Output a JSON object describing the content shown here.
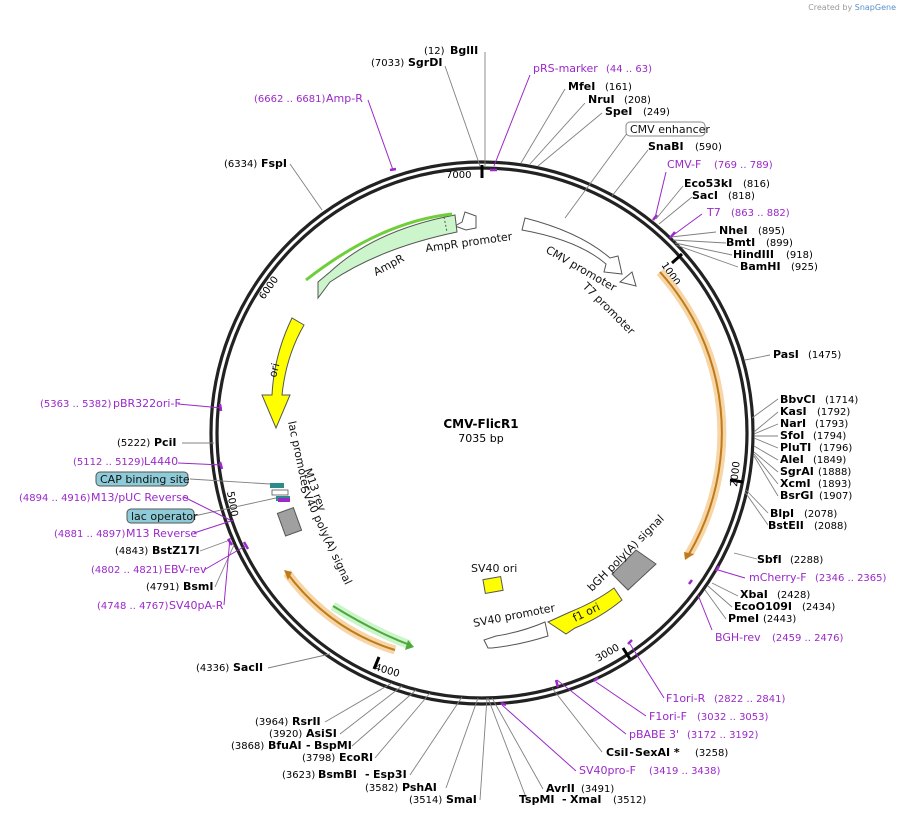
{
  "credit": {
    "created_by": "Created by",
    "brand": "SnapGene"
  },
  "plasmid": {
    "name": "CMV-FlicR1",
    "length": "7035 bp"
  },
  "ticks": [
    "1000",
    "2000",
    "3000",
    "4000",
    "5000",
    "6000",
    "7000"
  ],
  "enzymes": [
    {
      "name": "BglII",
      "pos": "(12)"
    },
    {
      "name": "SgrDI",
      "pos": "(7033)"
    },
    {
      "name": "MfeI",
      "pos": "(161)"
    },
    {
      "name": "NruI",
      "pos": "(208)"
    },
    {
      "name": "SpeI",
      "pos": "(249)"
    },
    {
      "name": "SnaBI",
      "pos": "(590)"
    },
    {
      "name": "Eco53kI",
      "pos": "(816)"
    },
    {
      "name": "SacI",
      "pos": "(818)"
    },
    {
      "name": "NheI",
      "pos": "(895)"
    },
    {
      "name": "BmtI",
      "pos": "(899)"
    },
    {
      "name": "HindIII",
      "pos": "(918)"
    },
    {
      "name": "BamHI",
      "pos": "(925)"
    },
    {
      "name": "PasI",
      "pos": "(1475)"
    },
    {
      "name": "BbvCI",
      "pos": "(1714)"
    },
    {
      "name": "KasI",
      "pos": "(1792)"
    },
    {
      "name": "NarI",
      "pos": "(1793)"
    },
    {
      "name": "SfoI",
      "pos": "(1794)"
    },
    {
      "name": "PluTI",
      "pos": "(1796)"
    },
    {
      "name": "AleI",
      "pos": "(1849)"
    },
    {
      "name": "SgrAI",
      "pos": "(1888)"
    },
    {
      "name": "XcmI",
      "pos": "(1893)"
    },
    {
      "name": "BsrGI",
      "pos": "(1907)"
    },
    {
      "name": "BlpI",
      "pos": "(2078)"
    },
    {
      "name": "BstEII",
      "pos": "(2088)"
    },
    {
      "name": "SbfI",
      "pos": "(2288)"
    },
    {
      "name": "XbaI",
      "pos": "(2428)"
    },
    {
      "name": "EcoO109I",
      "pos": "(2434)"
    },
    {
      "name": "PmeI",
      "pos": "(2443)"
    },
    {
      "name": "CsiI",
      "pos": "(3258)"
    },
    {
      "name": "SexAI *",
      "pos": ""
    },
    {
      "name": "AvrII",
      "pos": "(3491)"
    },
    {
      "name": "TspMI",
      "pos": "(3512)"
    },
    {
      "name": "XmaI",
      "pos": ""
    },
    {
      "name": "SmaI",
      "pos": "(3514)"
    },
    {
      "name": "PshAI",
      "pos": "(3582)"
    },
    {
      "name": "BsmBI",
      "pos": "(3623)"
    },
    {
      "name": "Esp3I",
      "pos": ""
    },
    {
      "name": "EcoRI",
      "pos": "(3798)"
    },
    {
      "name": "BfuAI",
      "pos": "(3868)"
    },
    {
      "name": "BspMI",
      "pos": ""
    },
    {
      "name": "AsiSI",
      "pos": "(3920)"
    },
    {
      "name": "RsrII",
      "pos": "(3964)"
    },
    {
      "name": "SacII",
      "pos": "(4336)"
    },
    {
      "name": "BsmI",
      "pos": "(4791)"
    },
    {
      "name": "BstZ17I",
      "pos": "(4843)"
    },
    {
      "name": "PciI",
      "pos": "(5222)"
    },
    {
      "name": "FspI",
      "pos": "(6334)"
    }
  ],
  "primers": [
    {
      "name": "pRS-marker",
      "pos": "(44 .. 63)"
    },
    {
      "name": "CMV-F",
      "pos": "(769 .. 789)"
    },
    {
      "name": "T7",
      "pos": "(863 .. 882)"
    },
    {
      "name": "mCherry-F",
      "pos": "(2346 .. 2365)"
    },
    {
      "name": "BGH-rev",
      "pos": "(2459 .. 2476)"
    },
    {
      "name": "F1ori-R",
      "pos": "(2822 .. 2841)"
    },
    {
      "name": "F1ori-F",
      "pos": "(3032 .. 3053)"
    },
    {
      "name": "pBABE 3'",
      "pos": "(3172 .. 3192)"
    },
    {
      "name": "SV40pro-F",
      "pos": "(3419 .. 3438)"
    },
    {
      "name": "SV40pA-R",
      "pos": "(4748 .. 4767)"
    },
    {
      "name": "EBV-rev",
      "pos": "(4802 .. 4821)"
    },
    {
      "name": "M13 Reverse",
      "pos": "(4881 .. 4897)"
    },
    {
      "name": "M13/pUC Reverse",
      "pos": "(4894 .. 4916)"
    },
    {
      "name": "L4440",
      "pos": "(5112 .. 5129)"
    },
    {
      "name": "pBR322ori-F",
      "pos": "(5363 .. 5382)"
    },
    {
      "name": "Amp-R",
      "pos": "(6662 .. 6681)"
    }
  ],
  "boxed_features": [
    "CMV enhancer",
    "CAP binding site",
    "lac operator"
  ],
  "features": [
    "CMV promoter",
    "T7 promoter",
    "AmpR promoter",
    "AmpR",
    "ori",
    "lac promoter",
    "M13 rev",
    "SV40 poly(A) signal",
    "bGH poly(A) signal",
    "f1 ori",
    "SV40 ori",
    "SV40 promoter"
  ],
  "colors": {
    "backbone": "#222222",
    "enzyme_line": "#808080",
    "primer": "#9b28c9",
    "ampr_fill": "#ccf5cc",
    "ori_fill": "#ffff00",
    "orange_orf": "#f2a23a",
    "gray_feature": "#a0a0a0",
    "cap_box": "#8ecbd8"
  }
}
